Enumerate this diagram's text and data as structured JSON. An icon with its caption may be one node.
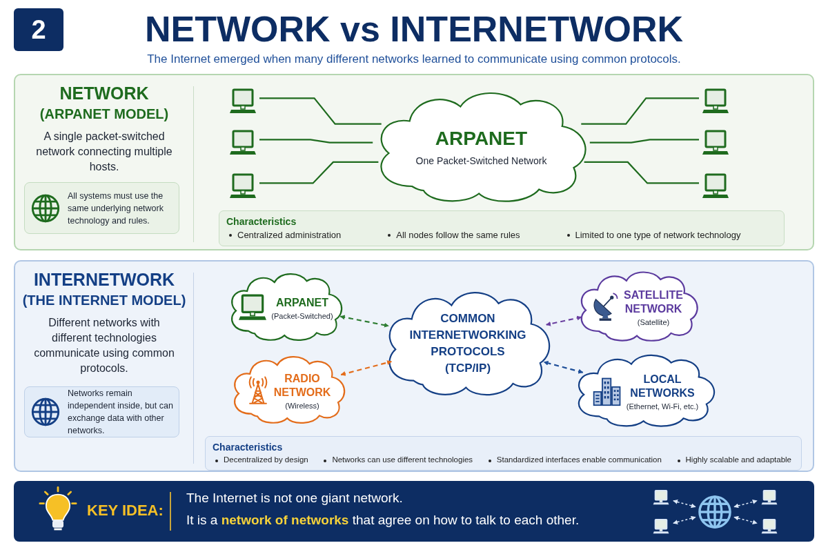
{
  "diagram": {
    "title": "NETWORK vs INTERNETWORK",
    "nodes": [
      {
        "text": [
          "NETWORK",
          "(ARPANET MODEL)",
          "A single packet-switched network connecting multiple hosts."
        ]
      },
      {
        "text": [
          "All systems must use the same underlying network technology and rules."
        ],
        "in": 0
      },
      {
        "text": [
          "ARPANET",
          "One Packet-Switched Network"
        ],
        "in": 0
      },
      {
        "text": [],
        "shape": "computer",
        "in": 0
      },
      {
        "text": [],
        "shape": "computer",
        "in": 0
      },
      {
        "text": [],
        "shape": "computer",
        "in": 0
      },
      {
        "text": [],
        "shape": "computer",
        "in": 0
      },
      {
        "text": [],
        "shape": "computer",
        "in": 0
      },
      {
        "text": [],
        "shape": "computer",
        "in": 0
      },
      {
        "text": [
          "Characteristics",
          "Centralized administration",
          "All nodes follow the same rules",
          "Limited to one type of network technology"
        ],
        "in": 0
      },
      {
        "text": [
          "INTERNETWORK",
          "(THE INTERNET MODEL)",
          "Different networks with different technologies communicate using common protocols."
        ]
      },
      {
        "text": [
          "Networks remain independent inside, but can exchange data with other networks."
        ],
        "in": 10
      },
      {
        "text": [
          "ARPANET",
          "(Packet-Switched)"
        ],
        "in": 10
      },
      {
        "text": [
          "RADIO NETWORK",
          "(Wireless)"
        ],
        "in": 10
      },
      {
        "text": [
          "COMMON INTERNETWORKING PROTOCOLS (TCP/IP)"
        ],
        "in": 10
      },
      {
        "text": [
          "SATELLITE NETWORK",
          "(Satellite)"
        ],
        "in": 10
      },
      {
        "text": [
          "LOCAL NETWORKS",
          "(Ethernet, Wi-Fi, etc.)"
        ],
        "in": 10
      },
      {
        "text": [
          "Characteristics",
          "Decentralized by design",
          "Networks can use different technologies",
          "Standardized interfaces enable communication",
          "Highly scalable and adaptable"
        ],
        "in": 10
      },
      {
        "text": [
          "KEY IDEA:",
          "The Internet is not one giant network.",
          "It is a **network of networks** that agree on how to talk to each other."
        ]
      },
      {
        "text": [],
        "shape": "globe",
        "in": 18
      },
      {
        "text": [],
        "shape": "computer",
        "in": 18
      },
      {
        "text": [],
        "shape": "computer",
        "in": 18
      },
      {
        "text": [],
        "shape": "computer",
        "in": 18
      },
      {
        "text": [],
        "shape": "computer",
        "in": 18
      }
    ],
    "edges": [
      {
        "from": 3,
        "to": 2,
        "arrow": "none",
        "color": "#1e6b1e"
      },
      {
        "from": 4,
        "to": 2,
        "arrow": "none",
        "color": "#1e6b1e"
      },
      {
        "from": 5,
        "to": 2,
        "arrow": "none",
        "color": "#1e6b1e"
      },
      {
        "from": 2,
        "to": 6,
        "arrow": "none",
        "color": "#1e6b1e"
      },
      {
        "from": 2,
        "to": 7,
        "arrow": "none",
        "color": "#1e6b1e"
      },
      {
        "from": 2,
        "to": 8,
        "arrow": "none",
        "color": "#1e6b1e"
      },
      {
        "from": 12,
        "to": 14,
        "arrow": "both",
        "style": "dashed",
        "color": "#2e7d32"
      },
      {
        "from": 13,
        "to": 14,
        "arrow": "both",
        "style": "dashed",
        "color": "#e36c1a"
      },
      {
        "from": 15,
        "to": 14,
        "arrow": "both",
        "style": "dashed",
        "color": "#6a3fa0"
      },
      {
        "from": 16,
        "to": 14,
        "arrow": "both",
        "style": "dashed",
        "color": "#1f4f99"
      },
      {
        "from": 20,
        "to": 19,
        "arrow": "both",
        "style": "dashed",
        "color": "#dbe7f7"
      },
      {
        "from": 21,
        "to": 19,
        "arrow": "both",
        "style": "dashed",
        "color": "#dbe7f7"
      },
      {
        "from": 19,
        "to": 22,
        "arrow": "both",
        "style": "dashed",
        "color": "#dbe7f7"
      },
      {
        "from": 19,
        "to": 23,
        "arrow": "both",
        "style": "dashed",
        "color": "#dbe7f7"
      }
    ],
    "labels": [
      "2",
      "The Internet emerged when many different networks learned to communicate using common protocols."
    ]
  }
}
